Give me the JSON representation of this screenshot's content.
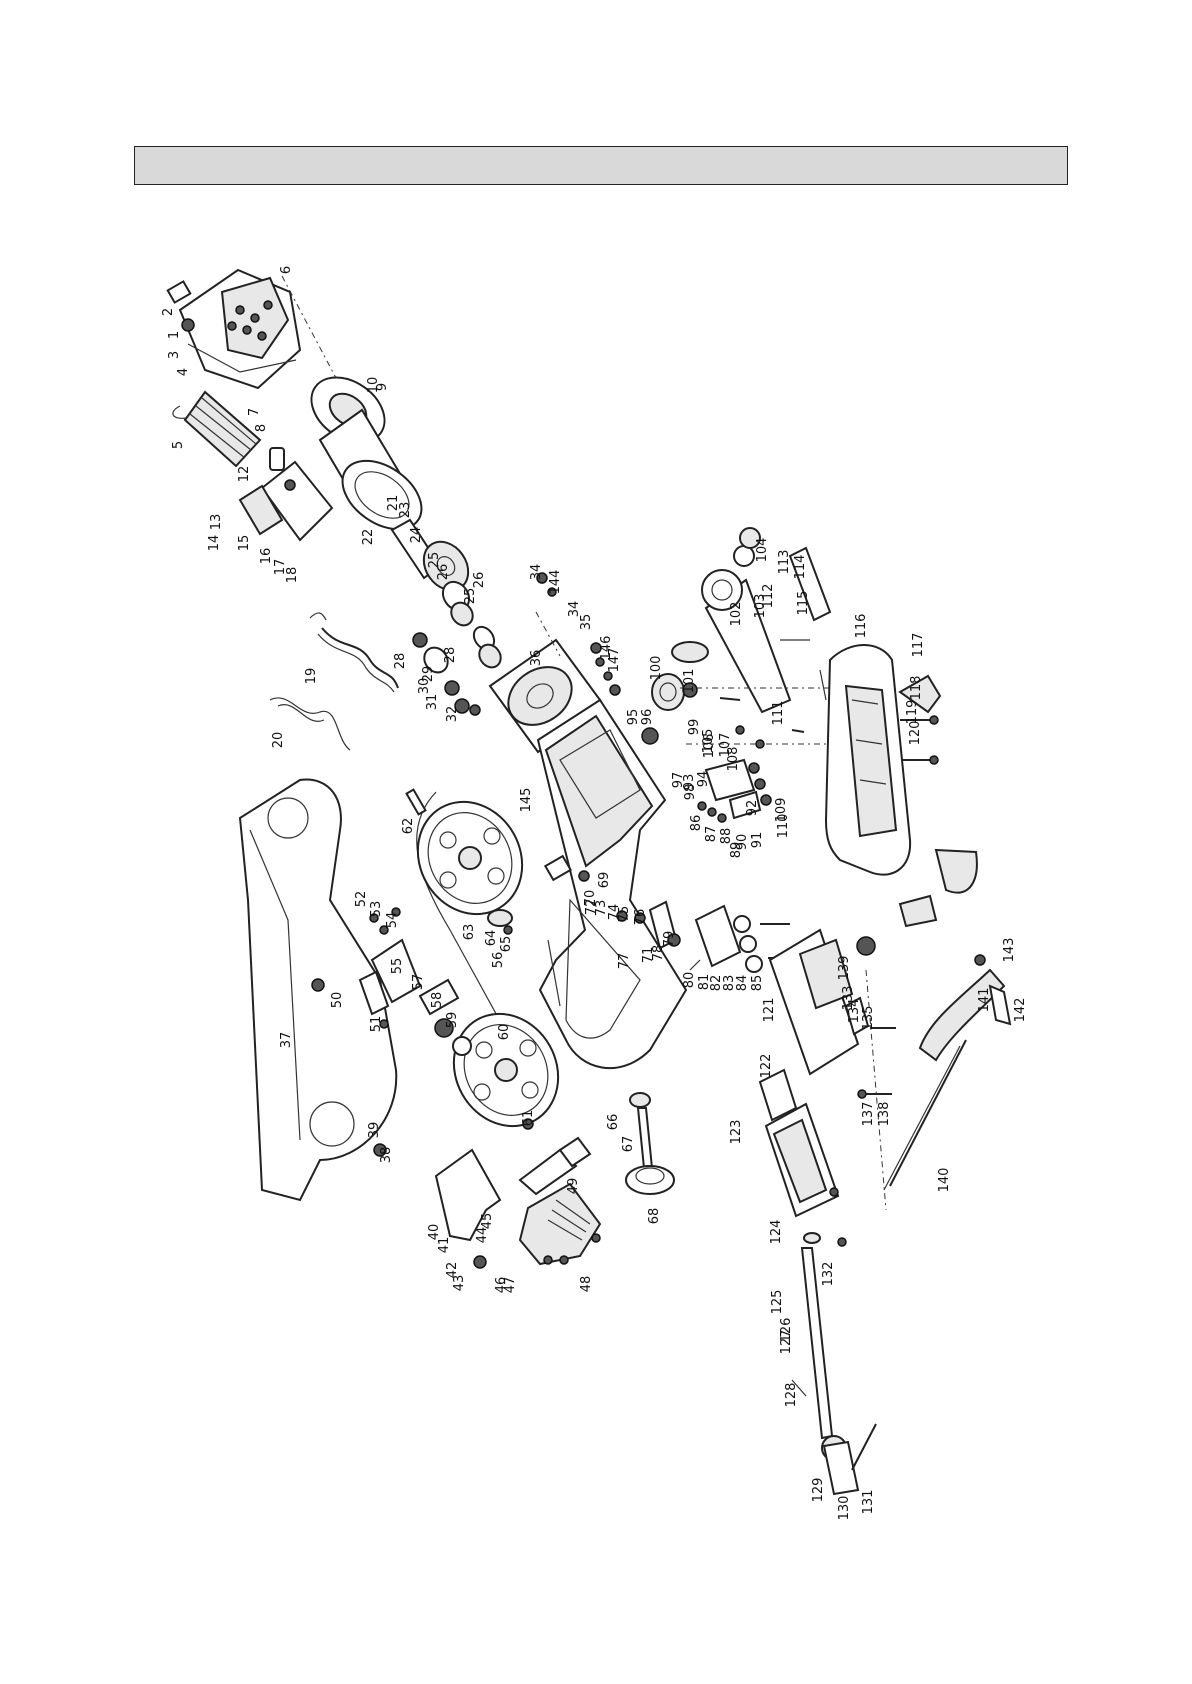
{
  "header": {
    "title": ""
  },
  "diagram": {
    "part_numbers": [
      "1",
      "2",
      "3",
      "4",
      "5",
      "6",
      "7",
      "8",
      "9",
      "10",
      "12",
      "13",
      "14",
      "15",
      "16",
      "17",
      "18",
      "19",
      "20",
      "21",
      "22",
      "23",
      "24",
      "25",
      "26",
      "26",
      "25",
      "28",
      "29",
      "30",
      "31",
      "32",
      "28",
      "34",
      "144",
      "34",
      "35",
      "146",
      "147",
      "36",
      "37",
      "38",
      "39",
      "40",
      "41",
      "42",
      "43",
      "44",
      "45",
      "46",
      "47",
      "48",
      "49",
      "50",
      "51",
      "52",
      "53",
      "54",
      "55",
      "56",
      "57",
      "58",
      "59",
      "60",
      "61",
      "62",
      "63",
      "64",
      "65",
      "66",
      "67",
      "68",
      "69",
      "70",
      "72",
      "73",
      "74",
      "75",
      "76",
      "77",
      "71",
      "78",
      "79",
      "80",
      "81",
      "82",
      "83",
      "84",
      "85",
      "86",
      "87",
      "88",
      "89",
      "90",
      "91",
      "92",
      "93",
      "94",
      "95",
      "96",
      "97",
      "98",
      "99",
      "100",
      "101",
      "102",
      "103",
      "104",
      "105",
      "106",
      "107",
      "108",
      "109",
      "110",
      "111",
      "112",
      "113",
      "114",
      "115",
      "116",
      "117",
      "118",
      "119",
      "120",
      "121",
      "122",
      "123",
      "124",
      "125",
      "126",
      "127",
      "128",
      "129",
      "130",
      "131",
      "132",
      "133",
      "134",
      "135",
      "137",
      "138",
      "139",
      "140",
      "141",
      "142",
      "143",
      "145"
    ]
  }
}
